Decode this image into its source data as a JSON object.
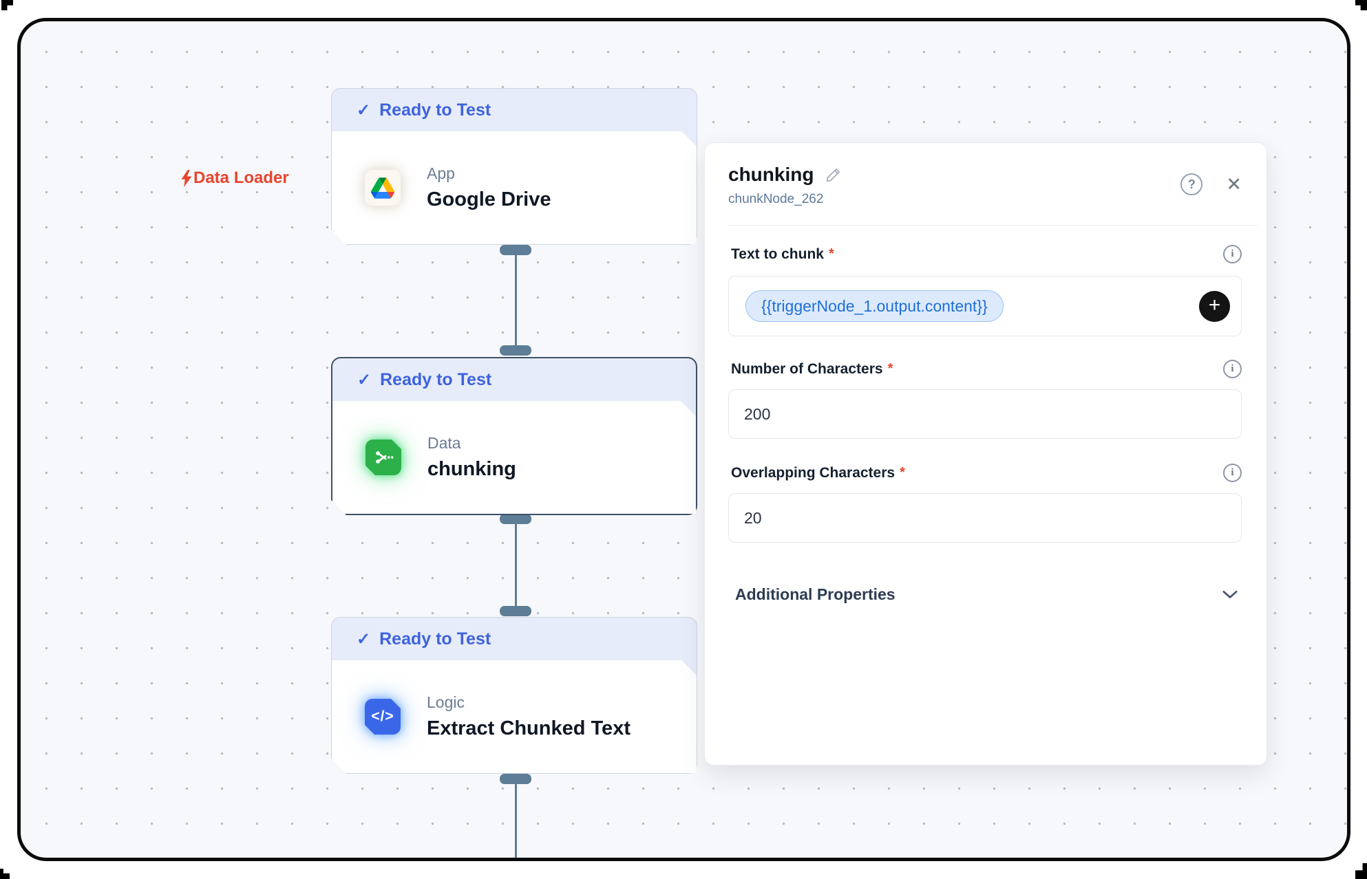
{
  "icons": {
    "check": "✓",
    "close": "✕",
    "help": "?",
    "info": "i",
    "plus": "+",
    "code": "</>"
  },
  "canvas": {
    "annotation_label": "Data Loader",
    "nodes": [
      {
        "status": "Ready to Test",
        "category": "App",
        "title": "Google Drive"
      },
      {
        "status": "Ready to Test",
        "category": "Data",
        "title": "chunking",
        "selected": true
      },
      {
        "status": "Ready to Test",
        "category": "Logic",
        "title": "Extract Chunked Text"
      }
    ]
  },
  "panel": {
    "title": "chunking",
    "node_id": "chunkNode_262",
    "required_marker": "*",
    "fields": [
      {
        "label": "Text to chunk",
        "chip_value": "{{triggerNode_1.output.content}}"
      },
      {
        "label": "Number of Characters",
        "value": "200"
      },
      {
        "label": "Overlapping Characters",
        "value": "20"
      }
    ],
    "additional_properties_label": "Additional Properties"
  },
  "colors": {
    "badge_text": "#3e63dd",
    "badge_bg": "#e7ecfa",
    "annotation_red": "#e8442e",
    "chunk_green": "#2cb14a",
    "logic_blue": "#3a67e8",
    "connector_slate": "#5e7d96",
    "chip_text": "#1e6fd6",
    "chip_bg": "#ddeafc"
  }
}
